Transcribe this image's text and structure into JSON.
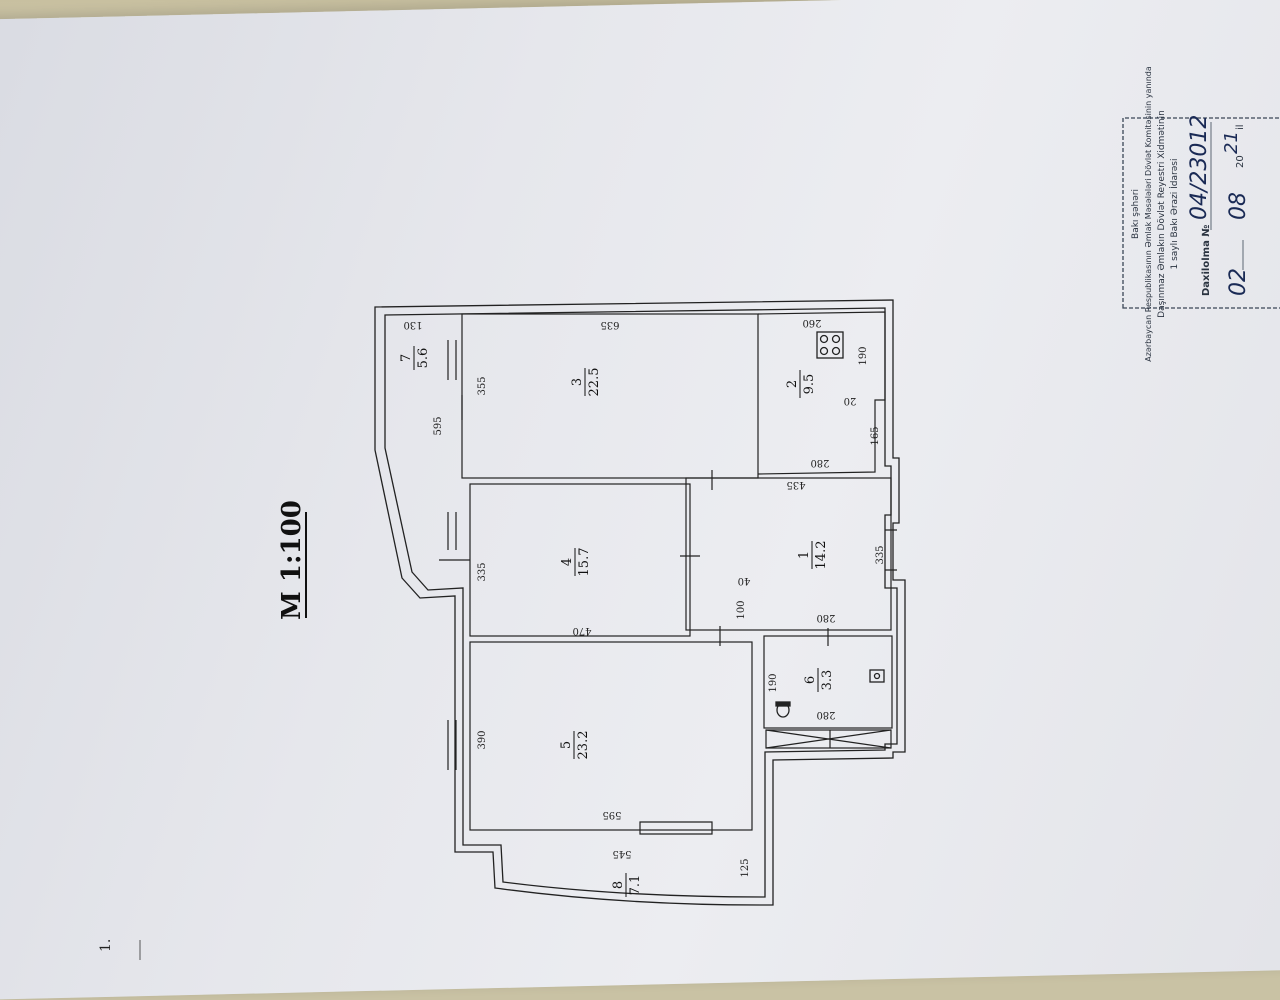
{
  "scale": "M 1:100",
  "rooms": [
    {
      "id": "1",
      "area": "14.2"
    },
    {
      "id": "2",
      "area": "9.5"
    },
    {
      "id": "3",
      "area": "22.5"
    },
    {
      "id": "4",
      "area": "15.7"
    },
    {
      "id": "5",
      "area": "23.2"
    },
    {
      "id": "6",
      "area": "3.3"
    },
    {
      "id": "7",
      "area": "5.6"
    },
    {
      "id": "8",
      "area": "7.1"
    }
  ],
  "dimensions": {
    "d130": "130",
    "d635": "635",
    "d260": "260",
    "d190a": "190",
    "d355": "355",
    "d20": "20",
    "d165": "165",
    "d595a": "595",
    "d280a": "280",
    "d435": "435",
    "d335": "335",
    "d335b": "335",
    "d40": "40",
    "d100": "100",
    "d470": "470",
    "d280b": "280",
    "d190b": "190",
    "d280c": "280",
    "d390": "390",
    "d595b": "595",
    "d545": "545",
    "d125": "125"
  },
  "stamp": {
    "line1": "Bakı şəhəri",
    "line2": "Azərbaycan Respublikasının Əmlak Məsələləri Dövlət Komitəsinin yanında",
    "line3": "Daşınmaz Əmlakın Dövlət Reyestri Xidmətinin",
    "line4": "1 saylı Bakı Ərazi İdarəsi",
    "reg_label": "Daxilolma №",
    "reg_number": "04/23012",
    "day": "02",
    "month": "08",
    "year_prefix": "20",
    "year_suffix": "21",
    "year_unit": "il"
  },
  "corner_mark": "1."
}
